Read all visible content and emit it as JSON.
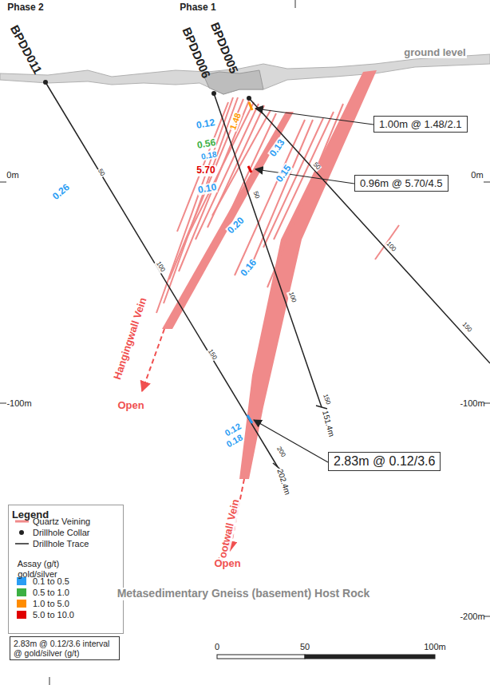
{
  "diagram": {
    "nodes": [
      {
        "text": [
          "1.00m @ 1.48/2.1"
        ]
      },
      {
        "text": [
          "0.96m @ 5.70/4.5"
        ]
      },
      {
        "text": [
          "2.83m @ 0.12/3.6"
        ]
      },
      {
        "text": [
          "2.83m @ 0.12/3.6 interval @ gold/silver (g/t)"
        ]
      }
    ],
    "labels": [
      "Phase 2",
      "BPDD011",
      "Phase 1",
      "BPDD006",
      "BPDD005",
      "ground level",
      "0m",
      "0m",
      "-100m",
      "-100m",
      "-200m",
      "50",
      "100",
      "150",
      "200",
      "50",
      "100",
      "150",
      "50",
      "100",
      "150",
      "151.4m",
      "202.4m",
      "0.12",
      "1.48",
      "0.56",
      "0.18",
      "5.70",
      "0.10",
      "0.13",
      "0.15",
      "0.20",
      "0.16",
      "0.26",
      "0.12",
      "0.18",
      "Hangingwall Vein",
      "Open",
      "Footwall Vein",
      "Open",
      "Metasedimentary Gneiss (basement) Host Rock",
      "0",
      "50",
      "100m",
      "Legend",
      "Assay (g/t)",
      "gold/silver"
    ],
    "legend": [
      {
        "text": "Quartz Veining"
      },
      {
        "text": "Drillhole Collar"
      },
      {
        "text": "Drillhole Trace"
      },
      {
        "text": "0.1 to 0.5",
        "color": "#2a9df4"
      },
      {
        "text": "0.5 to 1.0",
        "color": "#3cb043"
      },
      {
        "text": "1.0 to 5.0",
        "color": "#ff8c00"
      },
      {
        "text": "5.0 to 10.0",
        "color": "#e00000"
      }
    ]
  }
}
